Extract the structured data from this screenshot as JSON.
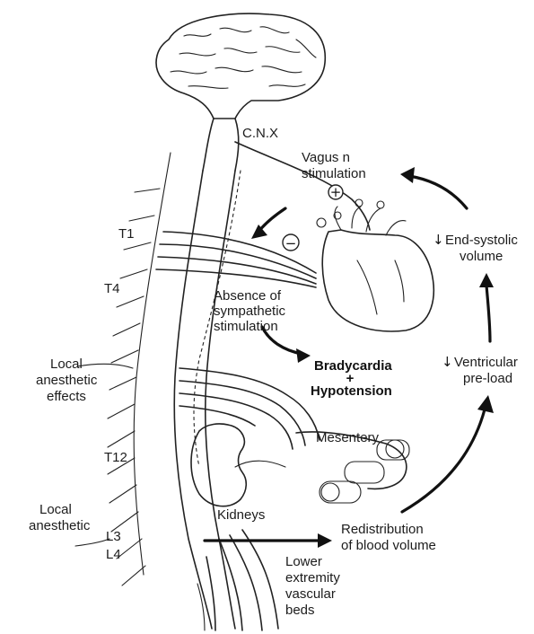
{
  "labels": {
    "cnx": "C.N.X",
    "vagus_line1": "Vagus n",
    "vagus_line2": "stimulation",
    "t1": "T1",
    "t4": "T4",
    "t12": "T12",
    "l3": "L3",
    "l4": "L4",
    "absence_line1": "Absence of",
    "absence_line2": "sympathetic",
    "absence_line3": "stimulation",
    "brady_line1": "Bradycardia",
    "brady_plus": "+",
    "brady_line2": "Hypotension",
    "esv_line1": "End-systolic",
    "esv_line2": "volume",
    "vpl_line1": "Ventricular",
    "vpl_line2": "pre-load",
    "local_ane_line1": "Local",
    "local_ane_line2": "anesthetic",
    "local_ane_line3": "effects",
    "local_ana_line1": "Local",
    "local_ana_line2": "anesthetic",
    "mesentery": "Mesentery",
    "kidneys": "Kidneys",
    "redistrib_line1": "Redistribution",
    "redistrib_line2": "of blood volume",
    "lower_line1": "Lower",
    "lower_line2": "extremity",
    "lower_line3": "vascular",
    "lower_line4": "beds",
    "plus_sign": "+",
    "minus_sign": "−",
    "down_arrow": "↓"
  }
}
